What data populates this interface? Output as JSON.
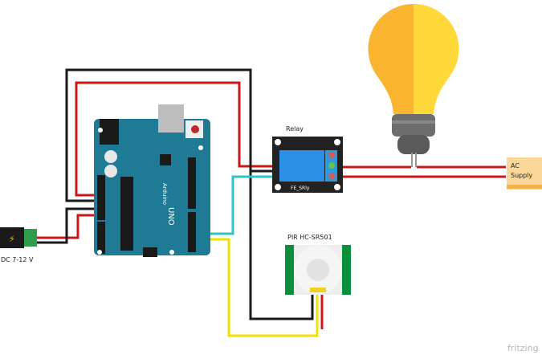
{
  "components": {
    "relay": {
      "label": "Relay",
      "board_text": "FE_SRly"
    },
    "pir": {
      "label": "PIR HC-SR501"
    },
    "ac_supply": {
      "line1": "AC",
      "line2": "Supply"
    },
    "dc_jack": {
      "label": "DC 7-12 V"
    },
    "arduino": {
      "logo_text": "UNO",
      "brand_text": "Arduino"
    },
    "bulb": {}
  },
  "watermark": "fritzing",
  "colors": {
    "board": "#1f7a95",
    "wire_red": "#c81818",
    "wire_black": "#1a1a1a",
    "wire_cyan": "#2ec4c4",
    "wire_yellow": "#f2e000",
    "relay_blue": "#2b8fe6",
    "bulb_yellow": "#ffd83a",
    "bulb_orange": "#f9b430",
    "pir_green": "#0b8f3a",
    "ac_box": "#fbd79a"
  }
}
